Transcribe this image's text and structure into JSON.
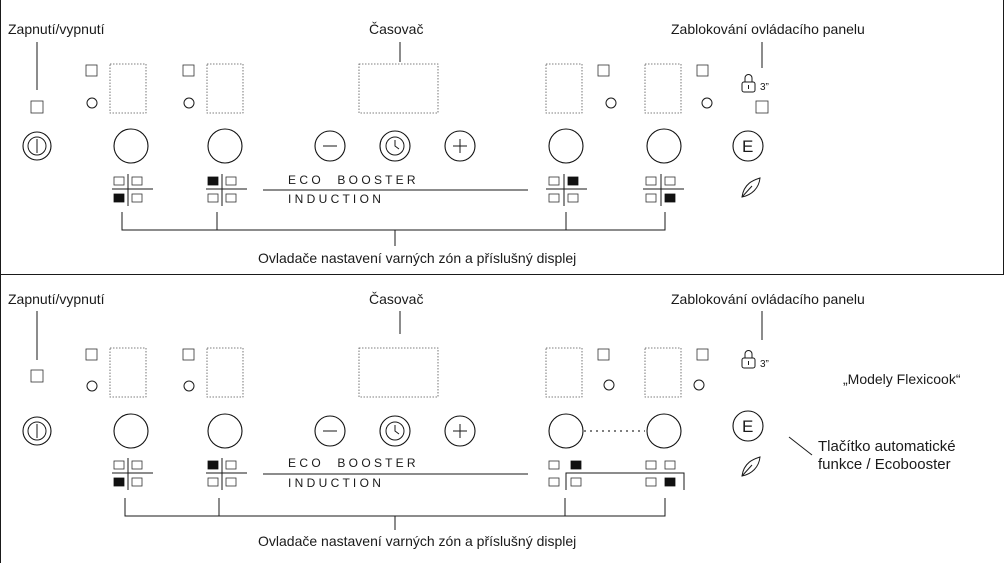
{
  "panels": [
    {
      "label_power": "Zapnutí/vypnutí",
      "label_timer": "Časovač",
      "label_lock": "Zablokování ovládacího panelu",
      "label_zones": "Ovladače nastavení varných zón a příslušný displej",
      "lock_duration": "3”",
      "eco_text": "E C O     B O O S T E R",
      "induction_text": "I N D U C T I O N",
      "auto_symbol": "E"
    },
    {
      "label_power": "Zapnutí/vypnutí",
      "label_timer": "Časovač",
      "label_lock": "Zablokování ovládacího panelu",
      "label_zones": "Ovladače nastavení varných zón a příslušný displej",
      "lock_duration": "3”",
      "eco_text": "E C O     B O O S T E R",
      "induction_text": "I N D U C T I O N",
      "auto_symbol": "E",
      "label_model": "„Modely Flexicook“",
      "label_auto_line1": "Tlačítko automatické",
      "label_auto_line2": "funkce / Ecobooster"
    }
  ],
  "icons": [
    "power-icon",
    "timer-icon",
    "minus-icon",
    "plus-icon",
    "lock-icon",
    "leaf-icon",
    "auto-function-icon"
  ]
}
